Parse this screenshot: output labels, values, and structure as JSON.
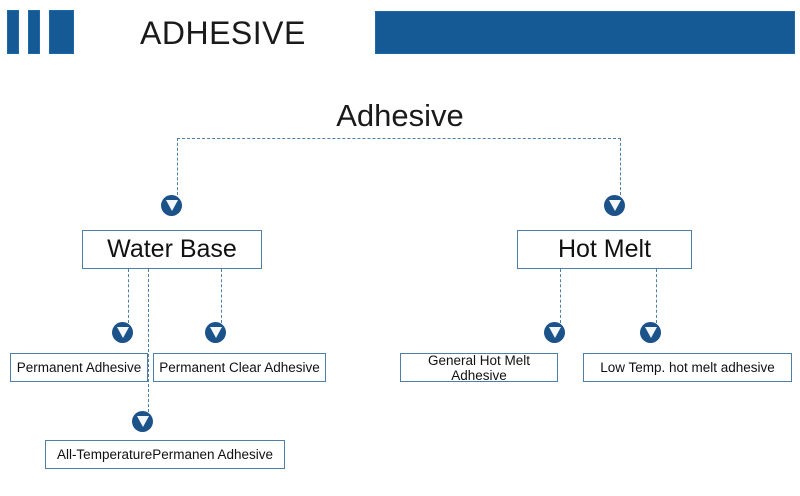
{
  "header": {
    "title": "ADHESIVE",
    "accent_color": "#155A94",
    "bars": [
      {
        "name": "bar-1"
      },
      {
        "name": "bar-2"
      },
      {
        "name": "bar-3"
      },
      {
        "name": "bar-wide"
      }
    ]
  },
  "diagram": {
    "root": {
      "label": "Adhesive"
    },
    "branches": [
      {
        "label": "Water Base",
        "children": [
          {
            "label": "Permanent Adhesive"
          },
          {
            "label": "Permanent Clear Adhesive"
          },
          {
            "label": "All-TemperaturePermanen Adhesive"
          }
        ]
      },
      {
        "label": "Hot Melt",
        "children": [
          {
            "label": "General Hot Melt Adhesive"
          },
          {
            "label": "Low Temp. hot melt adhesive"
          }
        ]
      }
    ],
    "colors": {
      "box_border": "#4f7fa8",
      "connector": "#4f7fa8",
      "arrow_circle": "#1b5289",
      "arrow_triangle": "#f2f7fb"
    }
  }
}
